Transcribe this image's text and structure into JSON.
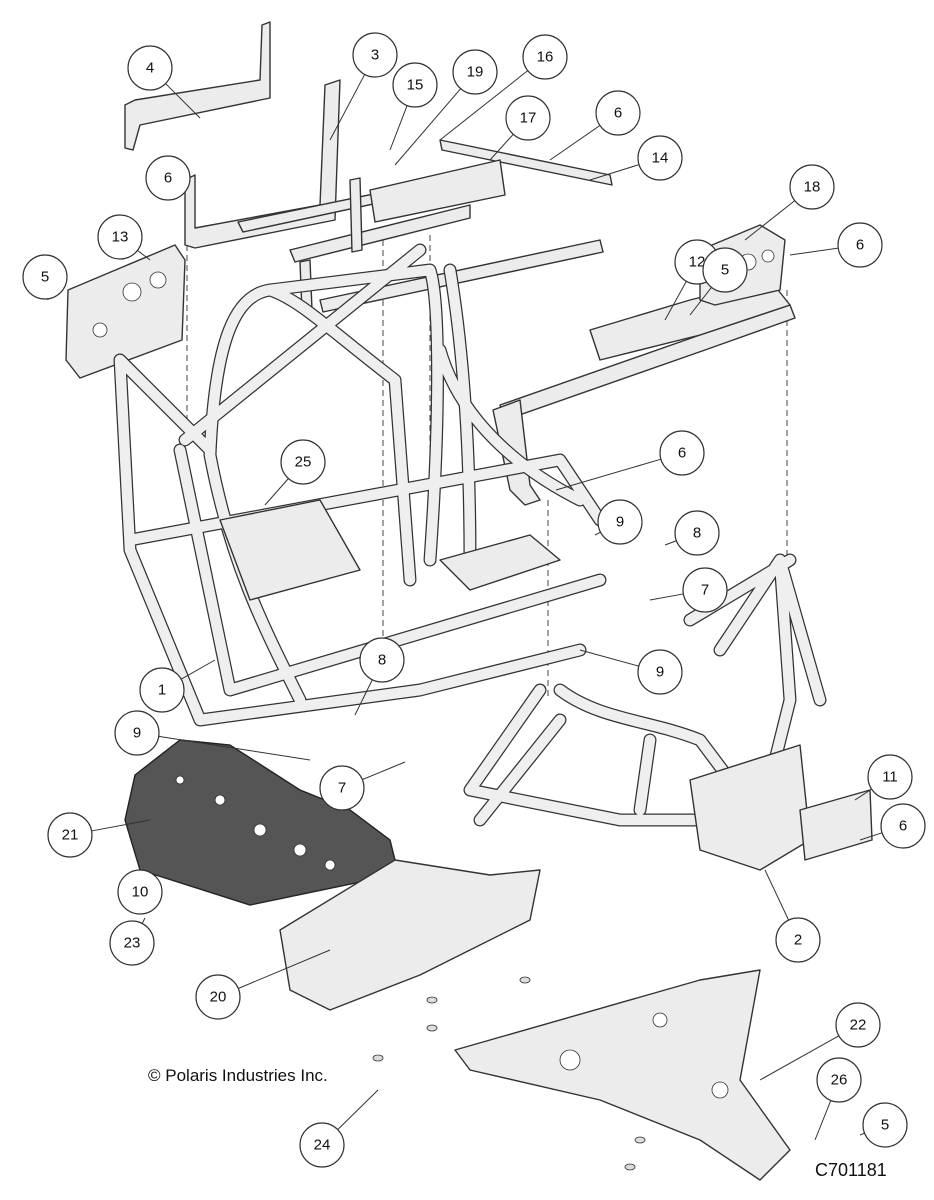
{
  "title": "Frame Assembly Parts Diagram",
  "callouts": [
    "4",
    "3",
    "15",
    "19",
    "16",
    "17",
    "6",
    "14",
    "6",
    "18",
    "13",
    "12",
    "5",
    "6",
    "5",
    "25",
    "6",
    "9",
    "8",
    "7",
    "9",
    "1",
    "8",
    "9",
    "7",
    "11",
    "21",
    "6",
    "10",
    "23",
    "2",
    "20",
    "22",
    "26",
    "5",
    "24"
  ],
  "copyright": "© Polaris Industries Inc.",
  "drawing_id": "C701181"
}
